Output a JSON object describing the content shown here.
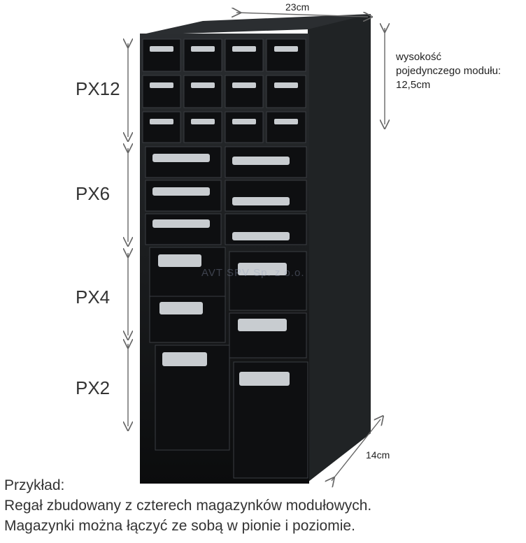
{
  "dimensions": {
    "width_label": "23cm",
    "depth_label": "14cm",
    "height_note": [
      "wysokość",
      "pojedynczego modułu:",
      "12,5cm"
    ]
  },
  "modules": [
    {
      "label": "PX12",
      "drawers": 12
    },
    {
      "label": "PX6",
      "drawers": 6
    },
    {
      "label": "PX4",
      "drawers": 4
    },
    {
      "label": "PX2",
      "drawers": 2
    }
  ],
  "watermark": "AVT SPV Sp. z o.o.",
  "caption": {
    "title": "Przykład:",
    "line1": "Regał zbudowany z czterech magazynków modułowych.",
    "line2": "Magazynki można łączyć ze sobą w pionie i poziomie."
  },
  "colors": {
    "cabinet": "#1b1d1f",
    "drawer": "#0e0f11",
    "handle": "#c8ccd0",
    "arrow": "#555555"
  }
}
